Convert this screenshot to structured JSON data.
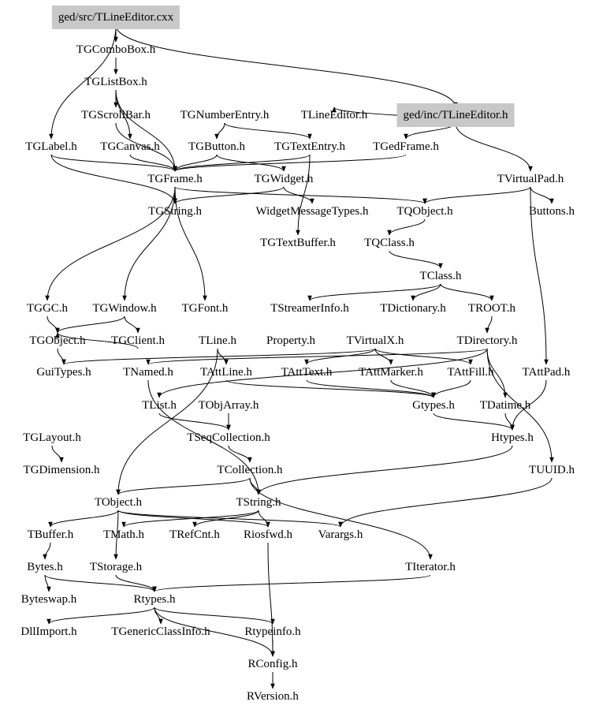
{
  "title": "ged/src/TLineEditor.cxx include dependency graph",
  "highlight_color": "#c8c8c8",
  "nodes": [
    "ged/src/TLineEditor.cxx",
    "TGComboBox.h",
    "TGListBox.h",
    "TGScrollBar.h",
    "TGNumberEntry.h",
    "TLineEditor.h",
    "ged/inc/TLineEditor.h",
    "TGLabel.h",
    "TGCanvas.h",
    "TGButton.h",
    "TGTextEntry.h",
    "TGedFrame.h",
    "TGFrame.h",
    "TGWidget.h",
    "TVirtualPad.h",
    "TGString.h",
    "WidgetMessageTypes.h",
    "TQObject.h",
    "Buttons.h",
    "TGTextBuffer.h",
    "TQClass.h",
    "TClass.h",
    "TGGC.h",
    "TGWindow.h",
    "TGFont.h",
    "TStreamerInfo.h",
    "TDictionary.h",
    "TROOT.h",
    "TGObject.h",
    "TGClient.h",
    "TLine.h",
    "Property.h",
    "TVirtualX.h",
    "TDirectory.h",
    "GuiTypes.h",
    "TNamed.h",
    "TAttLine.h",
    "TAttText.h",
    "TAttMarker.h",
    "TAttFill.h",
    "TAttPad.h",
    "TList.h",
    "TObjArray.h",
    "Gtypes.h",
    "TDatime.h",
    "TGLayout.h",
    "TSeqCollection.h",
    "Htypes.h",
    "TGDimension.h",
    "TCollection.h",
    "TUUID.h",
    "TObject.h",
    "TString.h",
    "TBuffer.h",
    "TMath.h",
    "TRefCnt.h",
    "Riosfwd.h",
    "Varargs.h",
    "Bytes.h",
    "TStorage.h",
    "TIterator.h",
    "Byteswap.h",
    "Rtypes.h",
    "DllImport.h",
    "TGenericClassInfo.h",
    "Rtypeinfo.h",
    "RConfig.h",
    "RVersion.h"
  ],
  "edges": [
    [
      "ged/src/TLineEditor.cxx",
      "TGComboBox.h"
    ],
    [
      "ged/src/TLineEditor.cxx",
      "TGLabel.h"
    ],
    [
      "ged/src/TLineEditor.cxx",
      "ged/inc/TLineEditor.h"
    ],
    [
      "TGComboBox.h",
      "TGListBox.h"
    ],
    [
      "TGListBox.h",
      "TGScrollBar.h"
    ],
    [
      "TGListBox.h",
      "TGCanvas.h"
    ],
    [
      "TGListBox.h",
      "TGFrame.h"
    ],
    [
      "TGScrollBar.h",
      "TGFrame.h"
    ],
    [
      "TGNumberEntry.h",
      "TGTextEntry.h"
    ],
    [
      "TGNumberEntry.h",
      "TGButton.h"
    ],
    [
      "ged/inc/TLineEditor.h",
      "TGedFrame.h"
    ],
    [
      "ged/inc/TLineEditor.h",
      "TLineEditor.h"
    ],
    [
      "ged/inc/TLineEditor.h",
      "TVirtualPad.h"
    ],
    [
      "TGCanvas.h",
      "TGFrame.h"
    ],
    [
      "TGButton.h",
      "TGFrame.h"
    ],
    [
      "TGButton.h",
      "TGWidget.h"
    ],
    [
      "TGTextEntry.h",
      "TGFrame.h"
    ],
    [
      "TGTextEntry.h",
      "TGTextBuffer.h"
    ],
    [
      "TGedFrame.h",
      "TGFrame.h"
    ],
    [
      "TGLabel.h",
      "TGFrame.h"
    ],
    [
      "TGLabel.h",
      "TGString.h"
    ],
    [
      "TGFrame.h",
      "TGWindow.h"
    ],
    [
      "TGFrame.h",
      "TQObject.h"
    ],
    [
      "TGFrame.h",
      "TGString.h"
    ],
    [
      "TGFrame.h",
      "TGGC.h"
    ],
    [
      "TGFrame.h",
      "TGFont.h"
    ],
    [
      "TGWidget.h",
      "WidgetMessageTypes.h"
    ],
    [
      "TGWidget.h",
      "TGString.h"
    ],
    [
      "TVirtualPad.h",
      "TQObject.h"
    ],
    [
      "TVirtualPad.h",
      "Buttons.h"
    ],
    [
      "TVirtualPad.h",
      "TAttPad.h"
    ],
    [
      "TQObject.h",
      "TQClass.h"
    ],
    [
      "TQClass.h",
      "TClass.h"
    ],
    [
      "TClass.h",
      "TDictionary.h"
    ],
    [
      "TClass.h",
      "TStreamerInfo.h"
    ],
    [
      "TClass.h",
      "TROOT.h"
    ],
    [
      "TROOT.h",
      "TDirectory.h"
    ],
    [
      "TDirectory.h",
      "TNamed.h"
    ],
    [
      "TDirectory.h",
      "TDatime.h"
    ],
    [
      "TDirectory.h",
      "TUUID.h"
    ],
    [
      "TDirectory.h",
      "TList.h"
    ],
    [
      "TGWindow.h",
      "TGObject.h"
    ],
    [
      "TGWindow.h",
      "TGClient.h"
    ],
    [
      "TGGC.h",
      "TGObject.h"
    ],
    [
      "TGClient.h",
      "TGObject.h"
    ],
    [
      "TGObject.h",
      "GuiTypes.h"
    ],
    [
      "TLine.h",
      "TAttLine.h"
    ],
    [
      "TLine.h",
      "TObject.h"
    ],
    [
      "TVirtualX.h",
      "TAttText.h"
    ],
    [
      "TVirtualX.h",
      "TAttMarker.h"
    ],
    [
      "TVirtualX.h",
      "TAttFill.h"
    ],
    [
      "TVirtualX.h",
      "GuiTypes.h"
    ],
    [
      "TAttLine.h",
      "Gtypes.h"
    ],
    [
      "TAttMarker.h",
      "Gtypes.h"
    ],
    [
      "TAttFill.h",
      "Gtypes.h"
    ],
    [
      "TAttText.h",
      "Gtypes.h"
    ],
    [
      "Gtypes.h",
      "Htypes.h"
    ],
    [
      "TAttPad.h",
      "Htypes.h"
    ],
    [
      "TDatime.h",
      "Htypes.h"
    ],
    [
      "TList.h",
      "TSeqCollection.h"
    ],
    [
      "TObjArray.h",
      "TSeqCollection.h"
    ],
    [
      "TSeqCollection.h",
      "TCollection.h"
    ],
    [
      "TCollection.h",
      "TObject.h"
    ],
    [
      "TCollection.h",
      "TString.h"
    ],
    [
      "TCollection.h",
      "TIterator.h"
    ],
    [
      "TGLayout.h",
      "TGDimension.h"
    ],
    [
      "TNamed.h",
      "TString.h"
    ],
    [
      "TUUID.h",
      "Varargs.h"
    ],
    [
      "Htypes.h",
      "TString.h"
    ],
    [
      "TObject.h",
      "TBuffer.h"
    ],
    [
      "TObject.h",
      "TStorage.h"
    ],
    [
      "TObject.h",
      "Varargs.h"
    ],
    [
      "TObject.h",
      "Riosfwd.h"
    ],
    [
      "TString.h",
      "TMath.h"
    ],
    [
      "TString.h",
      "TRefCnt.h"
    ],
    [
      "TString.h",
      "Riosfwd.h"
    ],
    [
      "TBuffer.h",
      "Bytes.h"
    ],
    [
      "Bytes.h",
      "Byteswap.h"
    ],
    [
      "Bytes.h",
      "Rtypes.h"
    ],
    [
      "TStorage.h",
      "Rtypes.h"
    ],
    [
      "TIterator.h",
      "Rtypes.h"
    ],
    [
      "Rtypes.h",
      "DllImport.h"
    ],
    [
      "Rtypes.h",
      "TGenericClassInfo.h"
    ],
    [
      "Rtypes.h",
      "Rtypeinfo.h"
    ],
    [
      "Rtypes.h",
      "RConfig.h"
    ],
    [
      "Riosfwd.h",
      "RConfig.h"
    ],
    [
      "Rtypeinfo.h",
      "RConfig.h"
    ],
    [
      "RConfig.h",
      "RVersion.h"
    ]
  ]
}
